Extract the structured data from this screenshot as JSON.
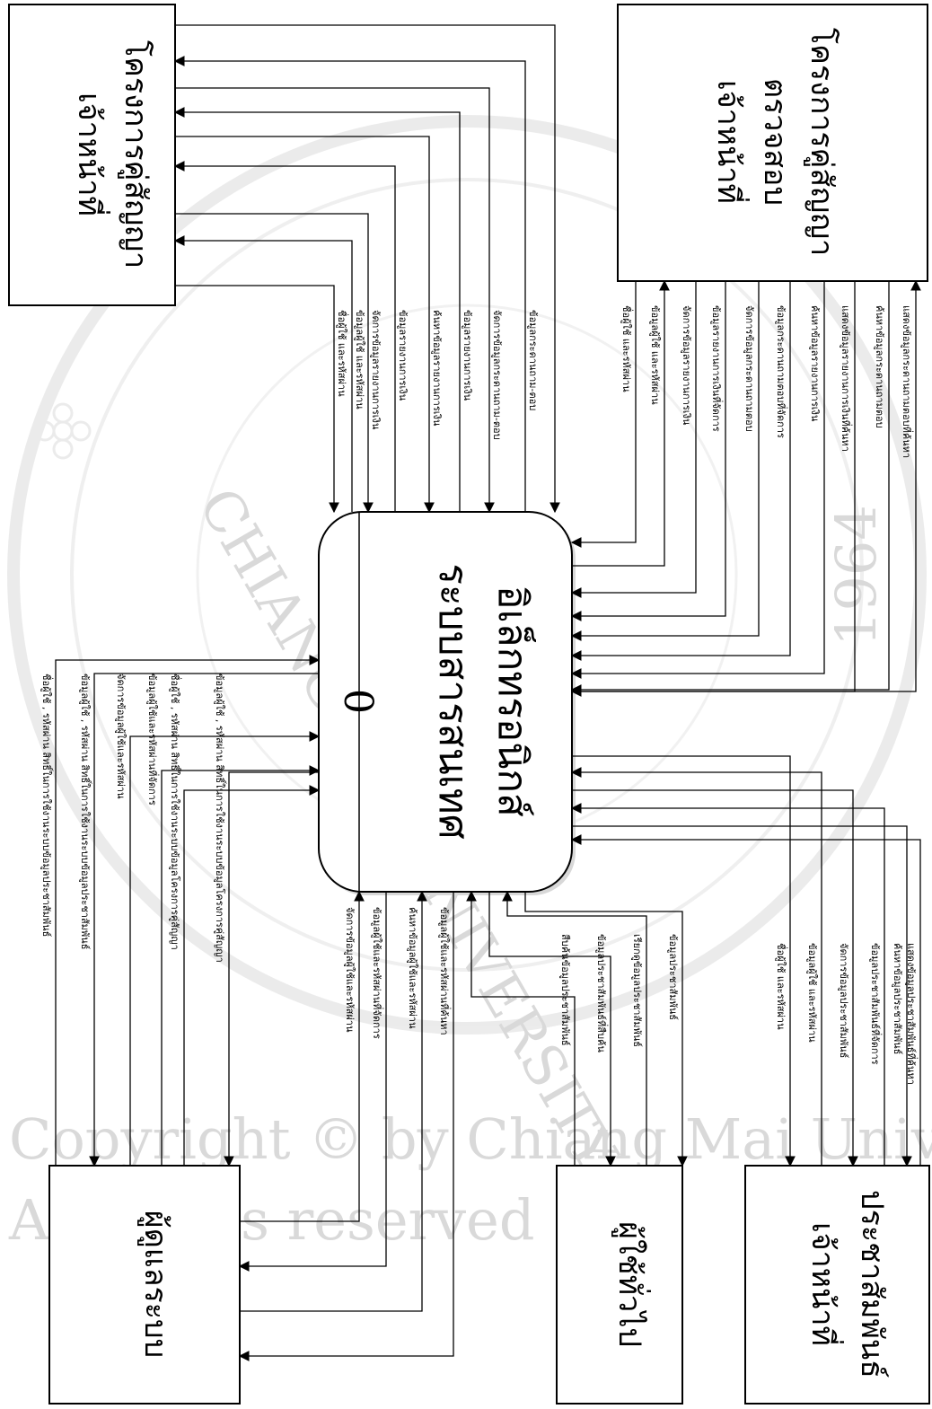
{
  "watermark": {
    "lines": [
      "Copyright © by Chiang Mai University",
      "All rights reserved"
    ],
    "seal_text": [
      "CHIANG MAI UNIVERSITY",
      "1964"
    ]
  },
  "process": {
    "number": "0",
    "name_lines": [
      "ระบบสารสนเทศ",
      "อิเล็กทรอนิกส์"
    ]
  },
  "entities": {
    "project_officer": [
      "เจ้าหน้าที่",
      "โครงการคู่สัญญา"
    ],
    "audit_officer": [
      "เจ้าหน้าที่",
      "ตรวจสอบ",
      "โครงการคู่สัญญา"
    ],
    "admin": [
      "ผู้ดูแลระบบ"
    ],
    "general_user": [
      "ผู้ใช้ทั่วไป"
    ],
    "pr_officer": [
      "เจ้าหน้าที่",
      "ประชาสัมพันธ์"
    ]
  },
  "flows": {
    "project_officer": [
      "ชื่อผู้ใช้ และรหัสผ่าน",
      "ข้อมูลผู้ใช้ และรหัสผ่าน",
      "จัดการข้อมูลรายงานการเงิน",
      "ข้อมูลรายงานการเงิน",
      "ค้นหาข้อมูลรายงานการเงิน",
      "ข้อมูลรายงานการเงิน",
      "จัดการข้อมูลกระดานถาม-ตอบ",
      "ข้อมูลกระดานถาม-ตอบ"
    ],
    "audit_officer": [
      "ชื่อผู้ใช้ และรหัสผ่าน",
      "ข้อมูลผู้ใช้ และรหัสผ่าน",
      "จัดการข้อมูลรายงานการเงิน",
      "ข้อมูลรายงานการเงินที่จัดการ",
      "จัดการข้อมูลกระดานถามตอบ",
      "ข้อมูลกระดานถามตอบที่จัดการ",
      "ค้นหาข้อมูลรายงานการเงิน",
      "แสดงข้อมูลรายงานการเงินที่ค้นหา",
      "ค้นหาข้อมูลกระดานถามตอบ",
      "แสดงข้อมูลกระดานถามตอบที่ค้นหา"
    ],
    "admin": [
      "ชื่อผู้ใช้ , รหัสผ่าน สิทธิ์ในการใช้งานระบบข้อมูลประชาสัมพันธ์",
      "ข้อมูลผู้ใช้ , รหัสผ่าน สิทธิ์ในการใช้งานระบบข้อมูลประชาสัมพันธ์",
      "จัดการข้อมูลผู้ใช้และรหัสผ่าน",
      "ข้อมูลผู้ใช้และรหัสผ่านที่จัดการ",
      "ชื่อผู้ใช้ , รหัสผ่าน สิทธิ์ในการใช้งานระบบข้อมูลโครงการคู่สัญญา",
      "ข้อมูลผู้ใช้ , รหัสผ่าน สิทธิ์ในการใช้งานระบบข้อมูลโครงการคู่สัญญา",
      "จัดการข้อมูลผู้ใช้และรหัสผ่าน",
      "ข้อมูลผู้ใช้และรหัสผ่านที่จัดการ",
      "ค้นหาข้อมูลผู้ใช้และรหัสผ่าน",
      "ข้อมูลผู้ใช้และรหัสผ่านที่ค้นหา"
    ],
    "general_user": [
      "สืบค้นข้อมูลประชาสัมพันธ์",
      "ข้อมูลประชาสัมพันธ์ที่สืบค้น",
      "เรียกดูข้อมูลประชาสัมพันธ์",
      "ข้อมูลประชาสัมพันธ์"
    ],
    "pr_officer": [
      "ชื่อผู้ใช้ และรหัสผ่าน",
      "ข้อมูลผู้ใช้ และรหัสผ่าน",
      "จัดการข้อมูลประชาสัมพันธ์",
      "ข้อมูลประชาสัมพันธ์ที่จัดการ",
      "ค้นหาข้อมูลประชาสัมพันธ์",
      "แสดงข้อมูลประชาสัมพันธ์ที่ค้นหา"
    ]
  },
  "colors": {
    "line": "#000000",
    "process_fill": "#ffffff",
    "process_shadow": "#d8d8d8",
    "watermark": "#d9d9d9"
  }
}
